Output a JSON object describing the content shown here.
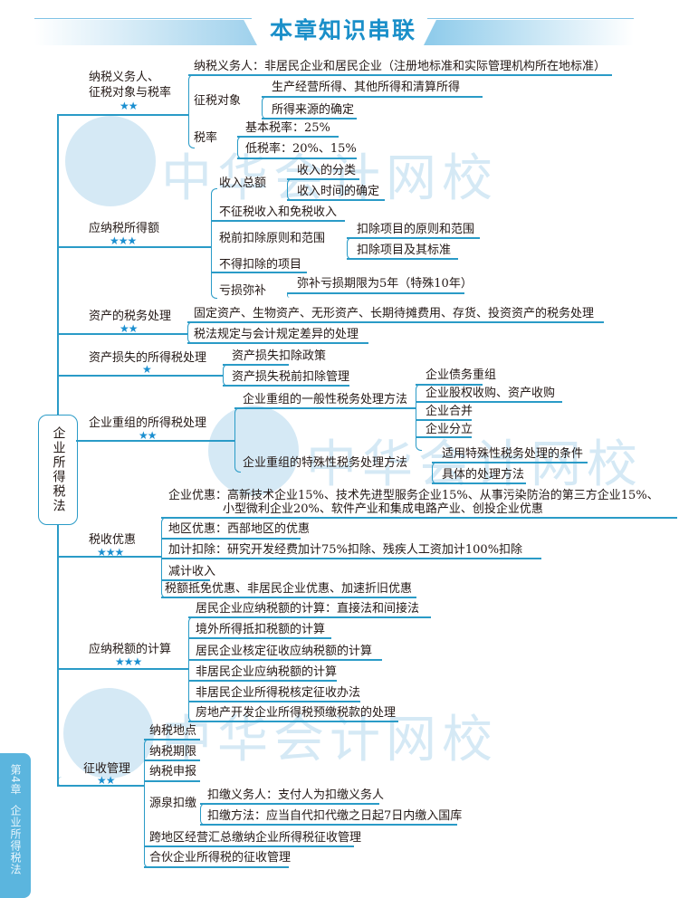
{
  "header": {
    "title": "本章知识串联"
  },
  "watermark": {
    "text": "中华会计网校"
  },
  "side_tab": {
    "chapter": "第4章",
    "title": "企业所得税法"
  },
  "root": {
    "label": "企业所得税法"
  },
  "branches": [
    {
      "label_line1": "纳税义务人、",
      "label_line2": "征税对象与税率",
      "stars": "★★",
      "children": [
        {
          "label": "纳税义务人：非居民企业和居民企业（注册地标准和实际管理机构所在地标准）"
        },
        {
          "label": "征税对象",
          "children": [
            {
              "label": "生产经营所得、其他所得和清算所得"
            },
            {
              "label": "所得来源的确定"
            }
          ]
        },
        {
          "label": "税率",
          "children": [
            {
              "label": "基本税率：25%"
            },
            {
              "label": "低税率：20%、15%"
            }
          ]
        }
      ]
    },
    {
      "label": "应纳税所得额",
      "stars": "★★★",
      "children": [
        {
          "label": "收入总额",
          "children": [
            {
              "label": "收入的分类"
            },
            {
              "label": "收入时间的确定"
            }
          ]
        },
        {
          "label": "不征税收入和免税收入"
        },
        {
          "label": "税前扣除原则和范围",
          "children": [
            {
              "label": "扣除项目的原则和范围"
            },
            {
              "label": "扣除项目及其标准"
            }
          ]
        },
        {
          "label": "不得扣除的项目"
        },
        {
          "label": "亏损弥补",
          "children": [
            {
              "label": "弥补亏损期限为5年（特殊10年）"
            }
          ]
        }
      ]
    },
    {
      "label": "资产的税务处理",
      "stars": "★★",
      "children": [
        {
          "label": "固定资产、生物资产、无形资产、长期待摊费用、存货、投资资产的税务处理"
        },
        {
          "label": "税法规定与会计规定差异的处理"
        }
      ]
    },
    {
      "label": "资产损失的所得税处理",
      "stars": "★",
      "children": [
        {
          "label": "资产损失扣除政策"
        },
        {
          "label": "资产损失税前扣除管理"
        }
      ]
    },
    {
      "label": "企业重组的所得税处理",
      "stars": "★★",
      "children": [
        {
          "label": "企业重组的一般性税务处理方法",
          "children": [
            {
              "label": "企业债务重组"
            },
            {
              "label": "企业股权收购、资产收购"
            },
            {
              "label": "企业合并"
            },
            {
              "label": "企业分立"
            }
          ]
        },
        {
          "label": "企业重组的特殊性税务处理方法",
          "children": [
            {
              "label": "适用特殊性税务处理的条件"
            },
            {
              "label": "具体的处理方法"
            }
          ]
        }
      ]
    },
    {
      "label": "税收优惠",
      "stars": "★★★",
      "children": [
        {
          "label_line1": "企业优惠：高新技术企业15%、技术先进型服务企业15%、从事污染防治的第三方企业15%、",
          "label_line2": "小型微利企业20%、软件产业和集成电路产业、创投企业优惠"
        },
        {
          "label": "地区优惠：西部地区的优惠"
        },
        {
          "label": "加计扣除：研究开发经费加计75%扣除、残疾人工资加计100%扣除"
        },
        {
          "label": "减计收入"
        },
        {
          "label": "税额抵免优惠、非居民企业优惠、加速折旧优惠"
        }
      ]
    },
    {
      "label": "应纳税额的计算",
      "stars": "★★★",
      "children": [
        {
          "label": "居民企业应纳税额的计算：直接法和间接法"
        },
        {
          "label": "境外所得抵扣税额的计算"
        },
        {
          "label": "居民企业核定征收应纳税额的计算"
        },
        {
          "label": "非居民企业应纳税额的计算"
        },
        {
          "label": "非居民企业所得税核定征收办法"
        },
        {
          "label": "房地产开发企业所得税预缴税款的处理"
        }
      ]
    },
    {
      "label": "征收管理",
      "stars": "★★",
      "children": [
        {
          "label": "纳税地点"
        },
        {
          "label": "纳税期限"
        },
        {
          "label": "纳税申报"
        },
        {
          "label": "源泉扣缴",
          "children": [
            {
              "label": "扣缴义务人：支付人为扣缴义务人"
            },
            {
              "label": "扣缴方法：应当自代扣代缴之日起7日内缴入国库"
            }
          ]
        },
        {
          "label": "跨地区经营汇总缴纳企业所得税征收管理"
        },
        {
          "label": "合伙企业所得税的征收管理"
        }
      ]
    }
  ]
}
